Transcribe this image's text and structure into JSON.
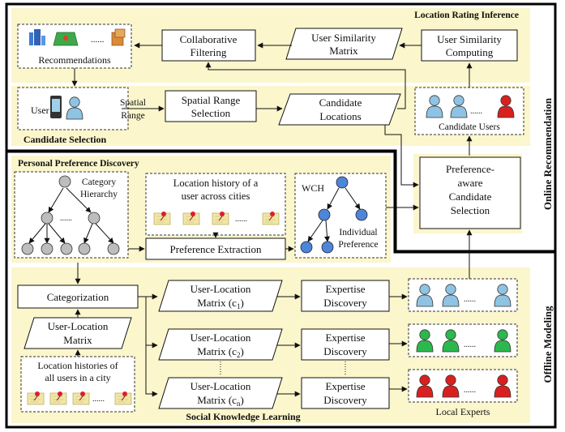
{
  "online": {
    "side_label": "Online Recommendation",
    "panel_title": "Location Rating Inference",
    "recommendations_label": "Recommendations",
    "collaborative_filtering": [
      "Collaborative",
      "Filtering"
    ],
    "user_similarity_matrix": [
      "User Similarity",
      "Matrix"
    ],
    "user_similarity_computing": [
      "User Similarity",
      "Computing"
    ],
    "candidate_selection_title": "Candidate Selection",
    "user_label": "User",
    "spatial_range_label": [
      "Spatial",
      "Range"
    ],
    "spatial_range_selection": [
      "Spatial Range",
      "Selection"
    ],
    "candidate_locations": [
      "Candidate",
      "Locations"
    ],
    "candidate_users_label": "Candidate Users",
    "preference_aware_selection": [
      "Preference-",
      "aware",
      "Candidate",
      "Selection"
    ]
  },
  "offline": {
    "side_label": "Offline Modeling",
    "ppd_title": "Personal Preference Discovery",
    "category_hierarchy_label": [
      "Category",
      "Hierarchy"
    ],
    "location_history_label": [
      "Location history of a",
      "user across cities"
    ],
    "preference_extraction": "Preference Extraction",
    "wch_label": "WCH",
    "individual_preference_label": [
      "Individual",
      "Preference"
    ],
    "categorization": "Categorization",
    "user_location_matrix": [
      "User-Location",
      "Matrix"
    ],
    "location_histories_city": [
      "Location histories of",
      "all users in a city"
    ],
    "matrix_rows": [
      {
        "line1": "User-Location",
        "line2": "Matrix (c",
        "sub": "1",
        "close": ")"
      },
      {
        "line1": "User-Location",
        "line2": "Matrix (c",
        "sub": "2",
        "close": ")"
      },
      {
        "line1": "User-Location",
        "line2": "Matrix (c",
        "sub": "n",
        "close": ")"
      }
    ],
    "expertise_discovery": [
      "Expertise",
      "Discovery"
    ],
    "local_experts_label": "Local Experts",
    "social_knowledge_title": "Social Knowledge Learning",
    "dots": "......"
  },
  "colors": {
    "panel_fill": "#fbf6cc",
    "user_blue": "#8fc3e3",
    "user_green": "#2db84d",
    "user_red": "#d92020",
    "tree_gray": "#bdbdbd",
    "wch_blue": "#4d86d9"
  },
  "icons": [
    "building-icon",
    "map-icon",
    "shops-icon",
    "phone-icon",
    "user-icon",
    "location-note-icon"
  ]
}
